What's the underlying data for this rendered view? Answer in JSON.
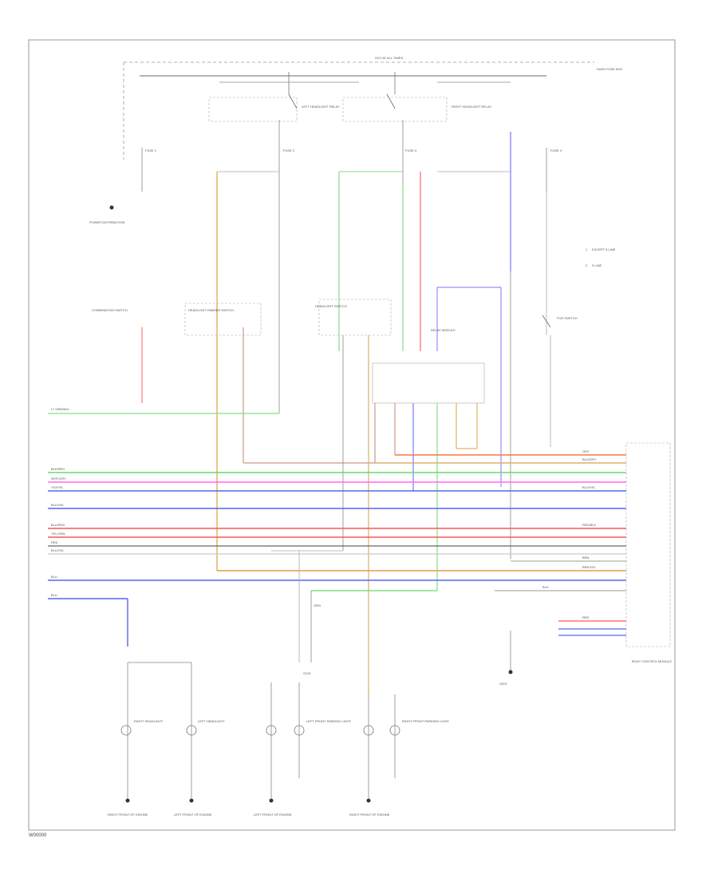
{
  "diagram_code": "W00000",
  "legend": [
    {
      "number": "1",
      "text": "EXCEPT 5 LINE"
    },
    {
      "number": "2",
      "text": "5 LINE"
    }
  ],
  "components": {
    "top_bus": "HOT AT ALL TIMES",
    "fuse_box_label": "DASH FUSE BOX",
    "left_relay": "LEFT HEADLIGHT RELAY",
    "right_relay": "RIGHT HEADLIGHT RELAY",
    "fuse_1": "FUSE 1",
    "fuse_2": "FUSE 2",
    "fuse_3": "FUSE 3",
    "fuse_4": "FUSE 4",
    "dimmer_switch": "HEADLIGHT DIMMER SWITCH",
    "headlight_switch": "HEADLIGHT SWITCH",
    "relay_module": "RELAY MODULE",
    "fog_switch": "FOG SWITCH",
    "combination_switch": "COMBINATION SWITCH",
    "power_distribution": "POWER DISTRIBUTION",
    "right_connector": "BODY CONTROL MODULE",
    "ground_right": "G201",
    "ground_bottom": "G101",
    "lamp_1": "RIGHT HEADLIGHT",
    "lamp_2": "LEFT HEADLIGHT",
    "lamp_3": "LEFT FRONT PARKING LIGHT",
    "lamp_4": "RIGHT FRONT PARKING LIGHT",
    "ground_1": "RIGHT FRONT OF ENGINE",
    "ground_2": "LEFT FRONT OF ENGINE",
    "ground_3": "LEFT FRONT OF ENGINE",
    "ground_4": "RIGHT FRONT OF ENGINE"
  },
  "wire_labels": {
    "w1": "LT GRN/BLK",
    "w2": "BLK/RED",
    "w3": "WHT/GRY",
    "w4": "VIO/YEL",
    "w5": "BLU/YEL",
    "w6": "BLU/RED",
    "w7": "YEL/GRN",
    "w8": "RED",
    "w9": "BLU/YEL",
    "w10": "GRY",
    "w11": "BLU/GRY",
    "w12": "BLU/YEL",
    "w13": "BLU",
    "w14": "RED/BLK",
    "w15": "BRN",
    "w16": "BRN/YEL",
    "w17": "RED",
    "w18": "BLU",
    "w19": "BLK",
    "w20": "GRN"
  },
  "colors": {
    "green": "#66dd66",
    "pink": "#ff66ff",
    "blue": "#5566ee",
    "red": "#ff5555",
    "orange": "#ff7744",
    "tan": "#d9b070",
    "gray": "#999999",
    "darkgray": "#666666",
    "lightgray": "#cccccc"
  }
}
